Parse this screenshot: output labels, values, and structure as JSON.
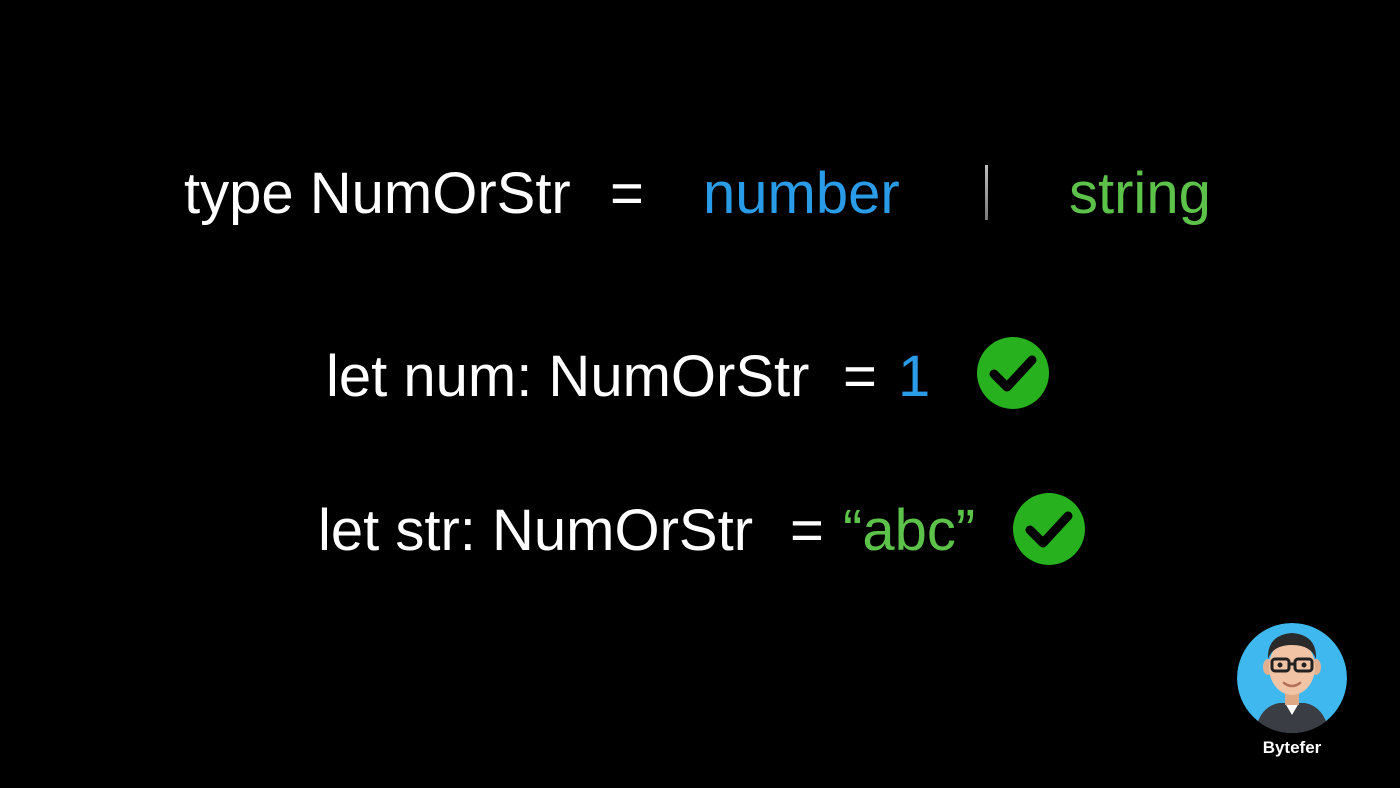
{
  "line1": {
    "keyword": "type NumOrStr",
    "equals": "=",
    "type_a": "number",
    "type_b": "string"
  },
  "line2": {
    "decl": "let num: NumOrStr",
    "equals": "=",
    "value": "1"
  },
  "line3": {
    "decl": "let str: NumOrStr",
    "equals": "=",
    "value": "“abc”"
  },
  "brand": {
    "name": "Bytefer"
  },
  "colors": {
    "background": "#000000",
    "text": "#ffffff",
    "number": "#2a9be6",
    "string": "#5cc24a",
    "check": "#27b11f",
    "avatar_bg": "#3fb8ef"
  },
  "icons": {
    "check": "check-circle-icon",
    "separator": "pipe-separator"
  }
}
